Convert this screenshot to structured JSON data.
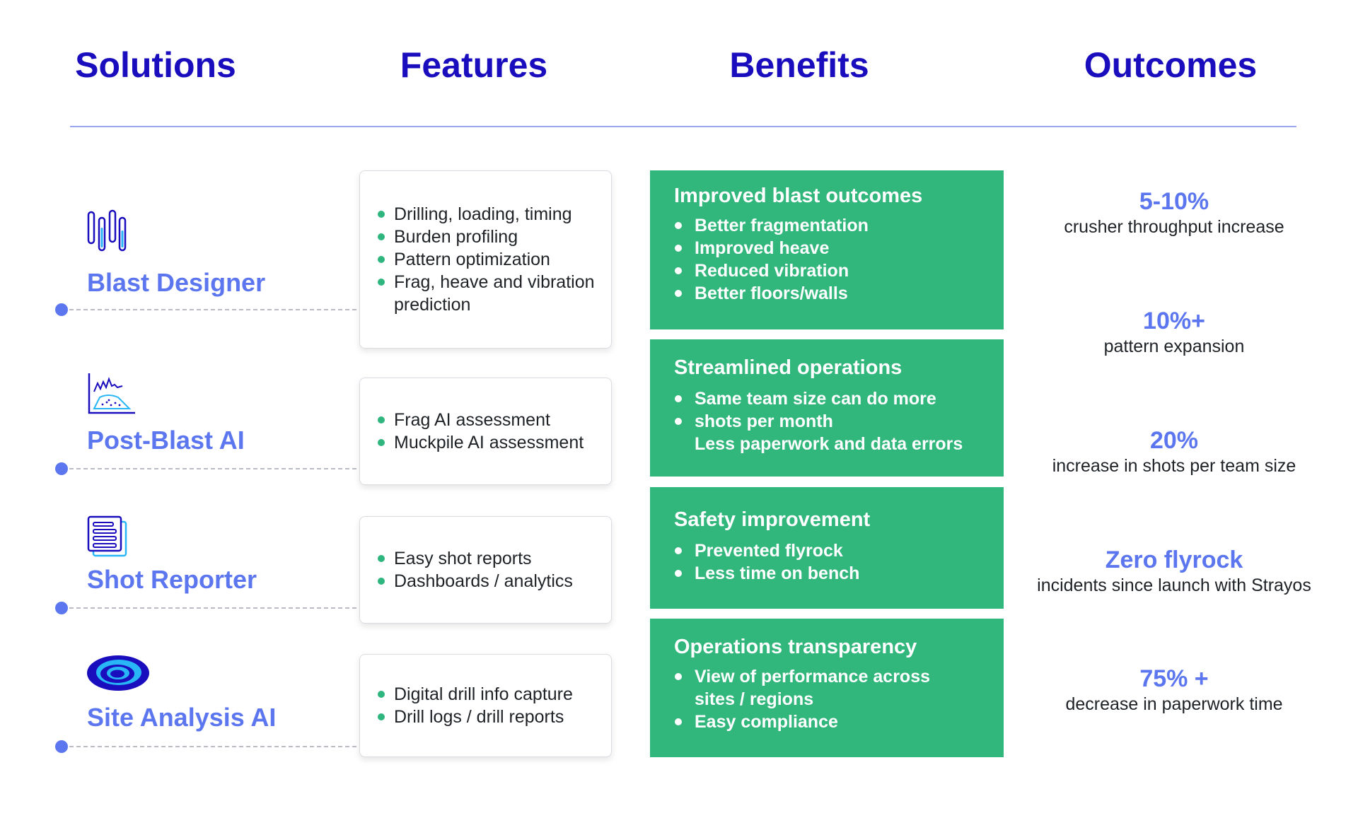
{
  "headers": {
    "solutions": "Solutions",
    "features": "Features",
    "benefits": "Benefits",
    "outcomes": "Outcomes"
  },
  "solutions": [
    {
      "name": "Blast Designer",
      "icon": "blast-designer-icon"
    },
    {
      "name": "Post-Blast AI",
      "icon": "post-blast-chart-icon"
    },
    {
      "name": "Shot Reporter",
      "icon": "report-document-icon"
    },
    {
      "name": "Site Analysis AI",
      "icon": "site-analysis-eye-icon"
    }
  ],
  "features": [
    {
      "items": [
        "Drilling, loading, timing",
        "Burden profiling",
        "Pattern optimization",
        "Frag, heave and vibration",
        "prediction"
      ]
    },
    {
      "items": [
        "Frag AI assessment",
        "Muckpile AI assessment"
      ]
    },
    {
      "items": [
        "Easy shot reports",
        "Dashboards / analytics"
      ]
    },
    {
      "items": [
        "Digital drill info capture",
        "Drill logs / drill reports"
      ]
    }
  ],
  "benefits": [
    {
      "title": "Improved blast outcomes",
      "items": [
        "Better fragmentation",
        "Improved heave",
        "Reduced vibration",
        "Better floors/walls"
      ]
    },
    {
      "title": "Streamlined operations",
      "items": [
        "Same team size can do more",
        "shots per month",
        "Less paperwork and data errors"
      ]
    },
    {
      "title": "Safety improvement",
      "items": [
        "Prevented flyrock",
        "Less time on bench"
      ]
    },
    {
      "title": "Operations transparency",
      "items": [
        "View of performance across",
        "sites / regions",
        "Easy compliance"
      ]
    }
  ],
  "outcomes": [
    {
      "value": "5-10%",
      "desc": "crusher throughput increase"
    },
    {
      "value": "10%+",
      "desc": "pattern expansion"
    },
    {
      "value": "20%",
      "desc": "increase in shots per team size"
    },
    {
      "value": "Zero flyrock",
      "desc": "incidents since launch with Strayos"
    },
    {
      "value": "75% +",
      "desc": "decrease in paperwork time"
    }
  ],
  "colors": {
    "header": "#1a0dbd",
    "accent": "#5b76ee",
    "benefit_green": "#31b67c",
    "bullet_green": "#2fb67e"
  }
}
